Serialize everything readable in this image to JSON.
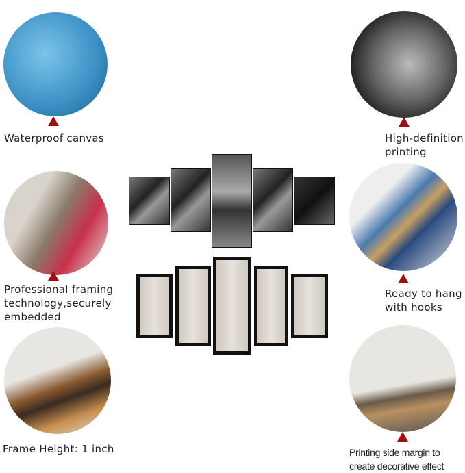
{
  "features": [
    {
      "lines": [
        "Waterproof canvas"
      ]
    },
    {
      "lines": [
        "High-definition",
        "printing"
      ]
    },
    {
      "lines": [
        "Professional framing",
        "technology,securely",
        "embedded"
      ]
    },
    {
      "lines": [
        "Ready to hang",
        "with hooks"
      ]
    },
    {
      "lines": [
        "Frame Height: 1 inch"
      ]
    },
    {
      "lines": [
        "Printing side margin to",
        "create decorative effect"
      ]
    }
  ],
  "colors": {
    "accent": "#a01010"
  }
}
